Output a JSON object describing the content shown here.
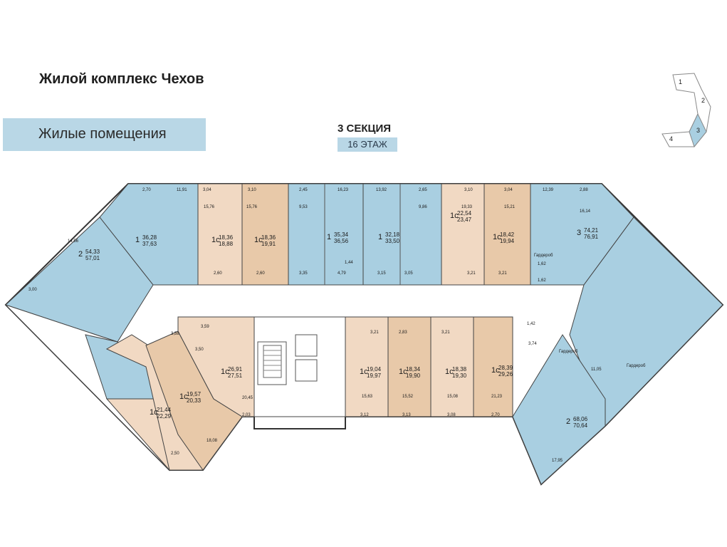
{
  "header": {
    "title": "Жилой комплекс Чехов",
    "subtitle": "Жилые помещения",
    "section": "3 СЕКЦИЯ",
    "floor": "16 ЭТАЖ"
  },
  "colors": {
    "blue_unit": "#a9cfe1",
    "beige_unit": "#f1d9c3",
    "tan_unit": "#e8c9a9",
    "label_box": "#b9d7e6",
    "wall": "#333333"
  },
  "key_plan": {
    "sections": [
      "1",
      "2",
      "3",
      "4"
    ],
    "highlighted": "3"
  },
  "apartments": [
    {
      "id": "a1",
      "type": "1",
      "area_living": "36,28",
      "area_total": "37,63"
    },
    {
      "id": "a2",
      "type": "1с",
      "area_living": "18,36",
      "area_total": "18,88"
    },
    {
      "id": "a3",
      "type": "1с",
      "area_living": "18,36",
      "area_total": "19,91"
    },
    {
      "id": "a4",
      "type": "1",
      "area_living": "35,34",
      "area_total": "36,56"
    },
    {
      "id": "a5",
      "type": "1",
      "area_living": "32,18",
      "area_total": "33,50"
    },
    {
      "id": "a6",
      "type": "1с",
      "area_living": "22,54",
      "area_total": "23,47"
    },
    {
      "id": "a7",
      "type": "1с",
      "area_living": "18,42",
      "area_total": "19,94"
    },
    {
      "id": "a8",
      "type": "3",
      "area_living": "74,21",
      "area_total": "76,91"
    },
    {
      "id": "a9",
      "type": "2",
      "area_living": "54,33",
      "area_total": "57,01"
    },
    {
      "id": "a10",
      "type": "1с",
      "area_living": "26,91",
      "area_total": "27,51"
    },
    {
      "id": "a11",
      "type": "1с",
      "area_living": "19,57",
      "area_total": "20,33"
    },
    {
      "id": "a12",
      "type": "1с",
      "area_living": "21,44",
      "area_total": "22,29"
    },
    {
      "id": "a13",
      "type": "1с",
      "area_living": "19,04",
      "area_total": "19,97"
    },
    {
      "id": "a14",
      "type": "1с",
      "area_living": "18,34",
      "area_total": "19,90"
    },
    {
      "id": "a15",
      "type": "1с",
      "area_living": "18,38",
      "area_total": "19,30"
    },
    {
      "id": "a16",
      "type": "1с",
      "area_living": "28,39",
      "area_total": "29,26"
    },
    {
      "id": "a17",
      "type": "2",
      "area_living": "68,06",
      "area_total": "70,64"
    }
  ],
  "room_labels": [
    "2,70",
    "11,91",
    "3,04",
    "3,10",
    "2,45",
    "16,23",
    "13,92",
    "2,65",
    "3,10",
    "3,04",
    "12,39",
    "2,88",
    "15,76",
    "15,76",
    "9,53",
    "9,86",
    "19,33",
    "15,21",
    "16,14",
    "2,60",
    "2,60",
    "3,35",
    "4,79",
    "1,44",
    "3,15",
    "3,05",
    "3,21",
    "3,21",
    "1,62",
    "1,62",
    "3,59",
    "3,58",
    "3,50",
    "20,45",
    "2,03",
    "3,21",
    "2,83",
    "3,21",
    "1,42",
    "3,74",
    "15,63",
    "15,52",
    "15,08",
    "21,23",
    "3,12",
    "3,13",
    "3,08",
    "2,70",
    "14,56",
    "3,00",
    "18,08",
    "2,50",
    "11,05",
    "17,95"
  ],
  "annotations": [
    "Гардероб",
    "Гардероб",
    "Гардероб"
  ]
}
